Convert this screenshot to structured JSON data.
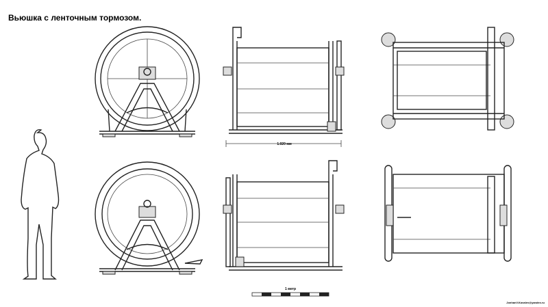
{
  "title": "Вьюшка с ленточным тормозом.",
  "dimension_label": "1.020 мм",
  "scale_bar_label": "1 метр",
  "credit": "JonhanV.Kovalev@yandex.ru"
}
